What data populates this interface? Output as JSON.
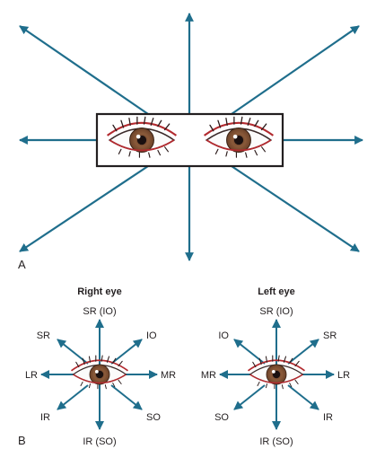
{
  "panel_a": {
    "label": "A"
  },
  "panel_b": {
    "label": "B",
    "right_eye": {
      "title": "Right eye",
      "labels": {
        "up": "SR (IO)",
        "down": "IR (SO)",
        "left": "LR",
        "right": "MR",
        "up_left": "SR",
        "up_right": "IO",
        "down_left": "IR",
        "down_right": "SO"
      }
    },
    "left_eye": {
      "title": "Left eye",
      "labels": {
        "up": "SR (IO)",
        "down": "IR (SO)",
        "left": "MR",
        "right": "LR",
        "up_left": "IO",
        "up_right": "SR",
        "down_left": "SO",
        "down_right": "IR"
      }
    }
  },
  "colors": {
    "arrow": "#1f6e8c",
    "iris": "#8a5a3a",
    "lid": "#b22a2f",
    "text": "#231f20"
  }
}
